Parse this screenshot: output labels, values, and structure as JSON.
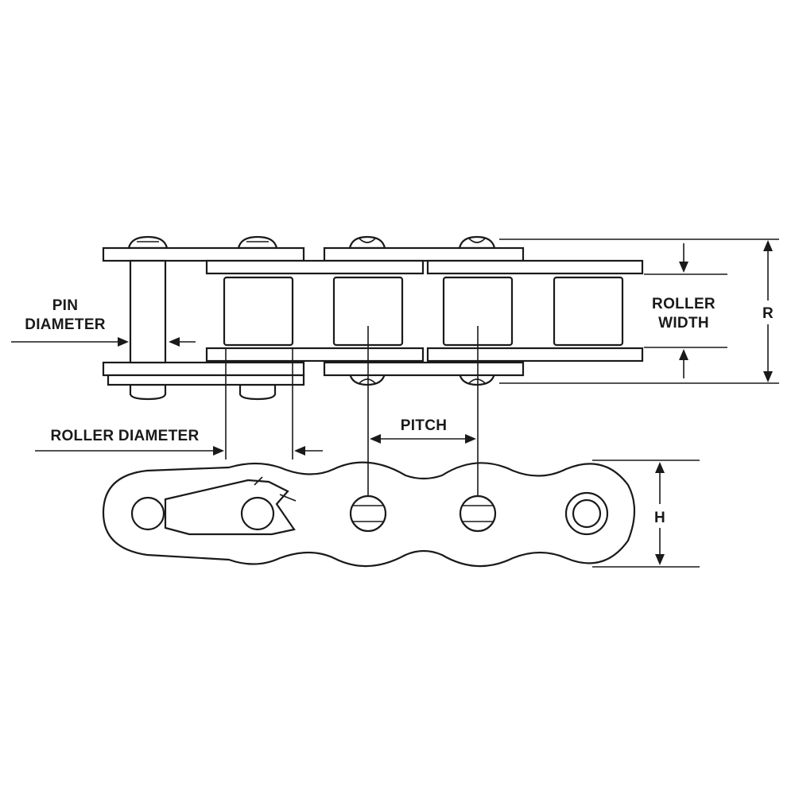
{
  "labels": {
    "pin_diameter_line1": "PIN",
    "pin_diameter_line2": "DIAMETER",
    "roller_width_line1": "ROLLER",
    "roller_width_line2": "WIDTH",
    "r": "R",
    "pitch": "PITCH",
    "roller_diameter": "ROLLER DIAMETER",
    "h": "H"
  }
}
